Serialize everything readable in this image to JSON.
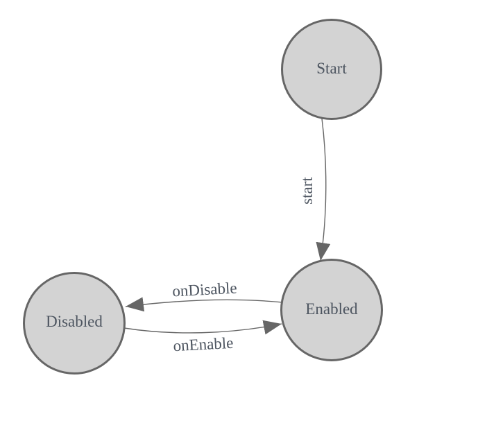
{
  "diagram": {
    "kind": "state-machine",
    "background": "#ffffff"
  },
  "colors": {
    "node_fill": "#d3d3d3",
    "node_stroke": "#666666",
    "edge": "#666666",
    "arrowhead": "#666666",
    "text": "#4d5560"
  },
  "nodes": [
    {
      "id": "start",
      "label": "Start"
    },
    {
      "id": "enabled",
      "label": "Enabled"
    },
    {
      "id": "disabled",
      "label": "Disabled"
    }
  ],
  "edges": [
    {
      "from": "Start",
      "to": "Enabled",
      "label": "start"
    },
    {
      "from": "Enabled",
      "to": "Disabled",
      "label": "onDisable"
    },
    {
      "from": "Disabled",
      "to": "Enabled",
      "label": "onEnable"
    }
  ]
}
